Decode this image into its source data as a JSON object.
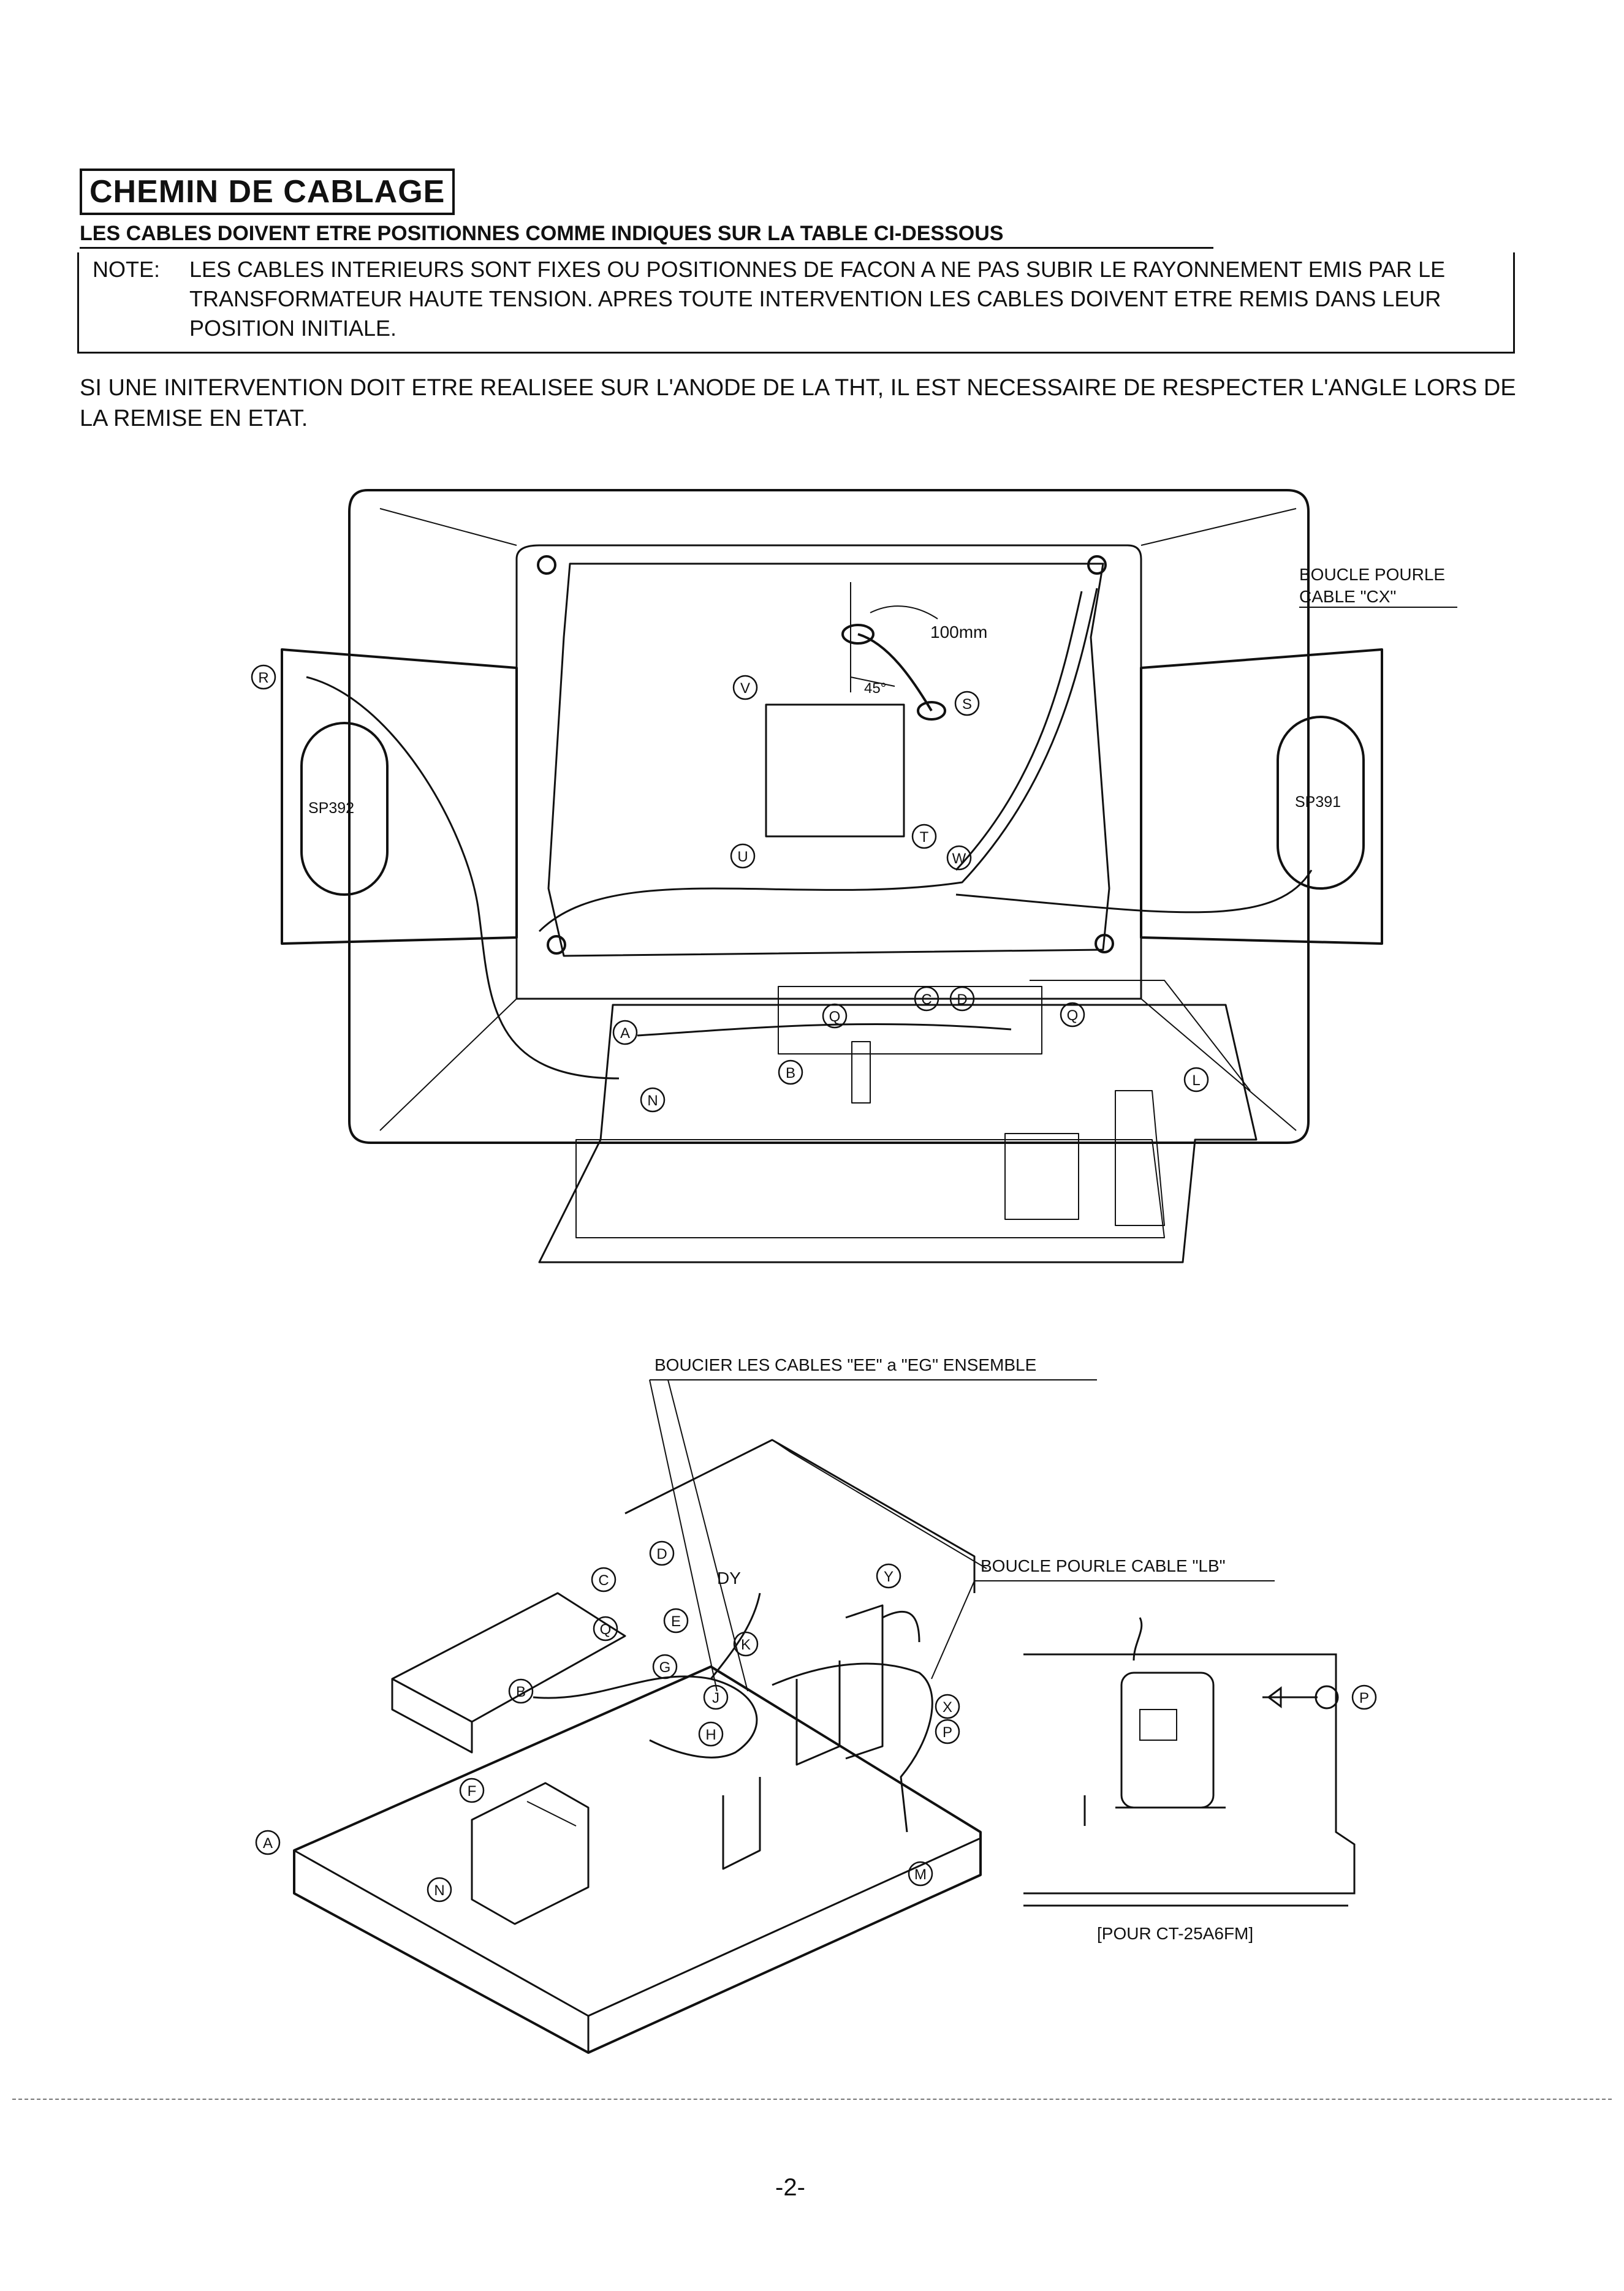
{
  "section": {
    "title": "CHEMIN DE CABLAGE",
    "subtitle": "LES CABLES DOIVENT ETRE POSITIONNES COMME INDIQUES SUR LA TABLE CI-DESSOUS"
  },
  "note": {
    "label": "NOTE:",
    "text": "LES CABLES INTERIEURS SONT FIXES OU POSITIONNES DE FACON A NE PAS SUBIR LE RAYONNEMENT EMIS PAR LE TRANSFORMATEUR HAUTE TENSION. APRES TOUTE INTERVENTION LES CABLES DOIVENT ETRE REMIS DANS LEUR POSITION INITIALE."
  },
  "warning": "SI UNE INITERVENTION DOIT ETRE REALISEE SUR L'ANODE DE LA THT, IL EST NECESSAIRE DE RESPECTER L'ANGLE LORS DE LA REMISE EN ETAT.",
  "top_diagram": {
    "callout_cx": [
      "BOUCLE POURLE",
      "CABLE \"CX\""
    ],
    "dimension": "100mm",
    "angle": "45°",
    "speaker_left": "SP392",
    "speaker_right": "SP391",
    "markers": [
      "R",
      "V",
      "S",
      "T",
      "U",
      "W",
      "A",
      "B",
      "C",
      "D",
      "Q",
      "Q",
      "N",
      "L"
    ]
  },
  "bottom_diagram": {
    "callout_ee_eg": "BOUCIER LES CABLES \"EE\" a \"EG\" ENSEMBLE",
    "callout_lb": "BOUCLE POURLE CABLE \"LB\"",
    "dy_label": "DY",
    "inset_caption": "[POUR CT-25A6FM]",
    "markers": [
      "D",
      "C",
      "Q",
      "E",
      "G",
      "K",
      "Y",
      "B",
      "J",
      "H",
      "X",
      "P",
      "F",
      "A",
      "N",
      "M",
      "P"
    ]
  },
  "page_number": "-2-"
}
